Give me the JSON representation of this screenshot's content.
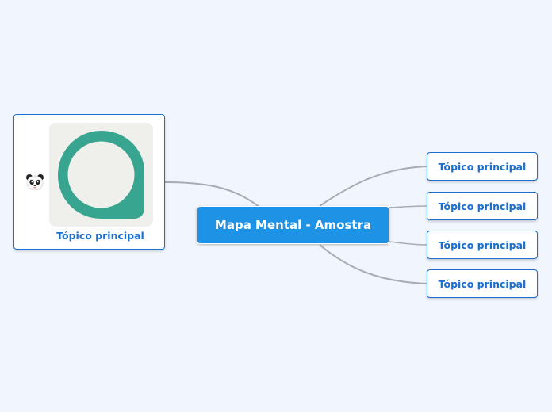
{
  "central_topic": {
    "label": "Mapa Mental - Amostra"
  },
  "left_topic": {
    "label": "Tópico principal",
    "icon": "panda-icon",
    "image": "chat-bubble-logo"
  },
  "right_topics": [
    {
      "label": "Tópico principal"
    },
    {
      "label": "Tópico principal"
    },
    {
      "label": "Tópico principal"
    },
    {
      "label": "Tópico principal"
    }
  ],
  "colors": {
    "background": "#f1f5fd",
    "central_fill": "#1e93e6",
    "topic_border": "#1b6fd0",
    "topic_text": "#1b6fd0",
    "connector": "#a7abb3",
    "logo_green": "#37a58f"
  }
}
